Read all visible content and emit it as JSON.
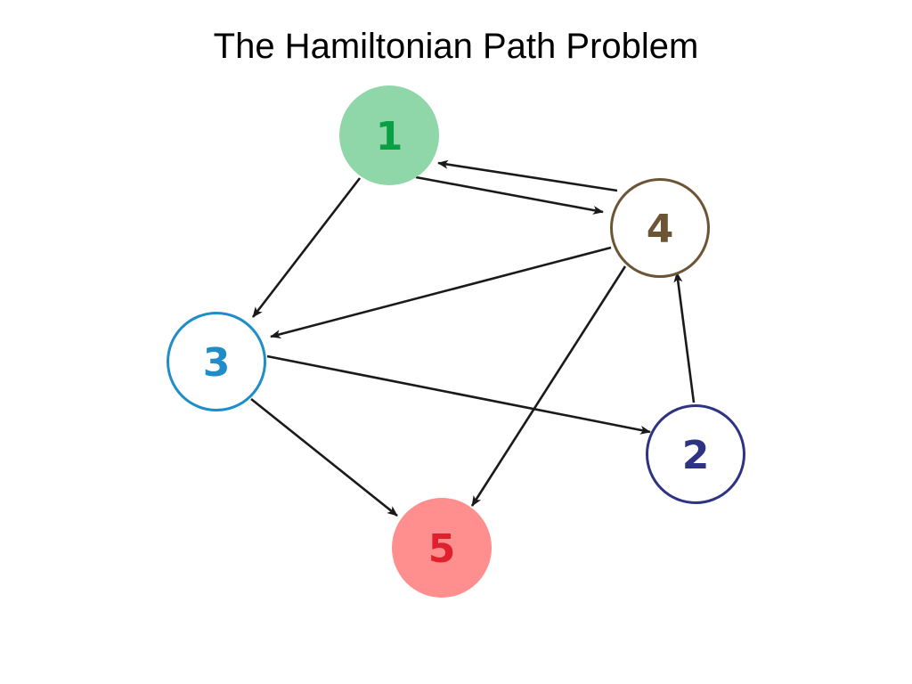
{
  "title": "The Hamiltonian Path Problem",
  "graph": {
    "nodes": [
      {
        "id": "1",
        "label": "1",
        "fill": "#8fd7a8",
        "stroke": "#8fd7a8",
        "text_color": "#0a9e45"
      },
      {
        "id": "4",
        "label": "4",
        "fill": "#ffffff",
        "stroke": "#6b5535",
        "text_color": "#6b5535"
      },
      {
        "id": "3",
        "label": "3",
        "fill": "#ffffff",
        "stroke": "#1f8dc8",
        "text_color": "#1f8dc8"
      },
      {
        "id": "2",
        "label": "2",
        "fill": "#ffffff",
        "stroke": "#2e3383",
        "text_color": "#2e3383"
      },
      {
        "id": "5",
        "label": "5",
        "fill": "#ff8e8e",
        "stroke": "#ff8e8e",
        "text_color": "#e0202c"
      }
    ],
    "edges": [
      {
        "from": "4",
        "to": "1"
      },
      {
        "from": "1",
        "to": "4"
      },
      {
        "from": "1",
        "to": "3"
      },
      {
        "from": "4",
        "to": "3"
      },
      {
        "from": "4",
        "to": "5"
      },
      {
        "from": "2",
        "to": "4"
      },
      {
        "from": "3",
        "to": "2"
      },
      {
        "from": "3",
        "to": "5"
      }
    ],
    "edge_color": "#1a1a1a"
  }
}
